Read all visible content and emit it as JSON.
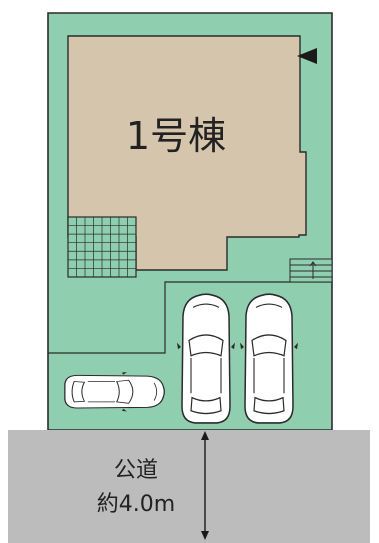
{
  "building": {
    "label": "1号棟"
  },
  "road": {
    "name": "公道",
    "width_text": "約4.0m"
  },
  "icons": {
    "entrance_marker": "triangle-left-icon",
    "stairs": "stairs-icon",
    "car": "car-icon",
    "dimension": "double-arrow-icon"
  },
  "colors": {
    "lot": "#8fcfb0",
    "building": "#d6c5ad",
    "road": "#bdbcbc",
    "outline": "#2b2b2b"
  }
}
